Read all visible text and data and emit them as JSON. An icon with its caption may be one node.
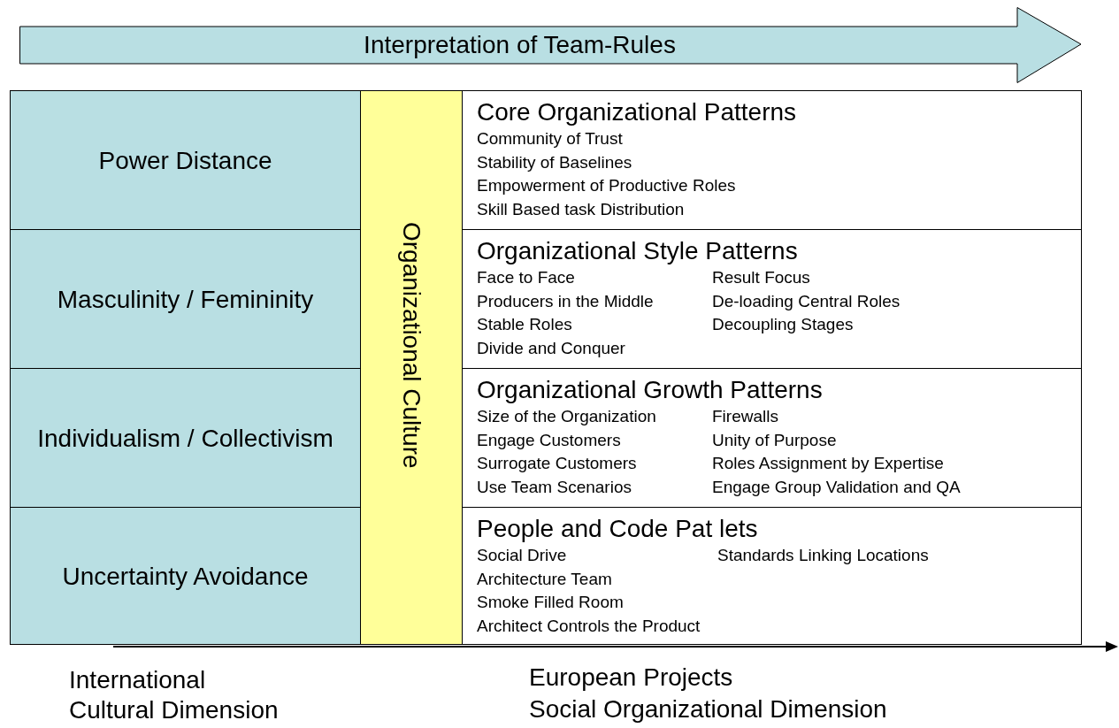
{
  "diagram": {
    "nodes": [
      {
        "text": [
          "Interpretation of Team-Rules"
        ]
      },
      {
        "text": [
          "Power Distance"
        ]
      },
      {
        "text": [
          "Masculinity / Femininity"
        ]
      },
      {
        "text": [
          "Individualism / Collectivism"
        ]
      },
      {
        "text": [
          "Uncertainty Avoidance"
        ]
      },
      {
        "text": [
          "Organizational Culture"
        ]
      },
      {
        "text": [
          "Core Organizational Patterns",
          "Community of Trust",
          "Stability of Baselines",
          "Empowerment of Productive Roles",
          "Skill Based task Distribution"
        ]
      },
      {
        "text": [
          "Organizational Style Patterns",
          "Face to Face",
          "Producers in the Middle",
          "Stable Roles",
          "Divide and Conquer",
          "Result Focus",
          "De-loading Central Roles",
          "Decoupling Stages"
        ]
      },
      {
        "text": [
          "Organizational Growth Patterns",
          "Size of the Organization",
          "Engage Customers",
          "Surrogate Customers",
          "Use Team Scenarios",
          "Firewalls",
          "Unity of Purpose",
          "Roles Assignment by Expertise",
          "Engage Group Validation and QA"
        ]
      },
      {
        "text": [
          "People and Code Pat lets",
          "Social Drive",
          "Architecture Team",
          "Smoke Filled Room",
          "Architect Controls the Product",
          "Standards Linking Locations"
        ]
      }
    ],
    "edges": [],
    "labels": [
      "International",
      "Cultural Dimension",
      "European Projects",
      "Social Organizational Dimension"
    ]
  }
}
